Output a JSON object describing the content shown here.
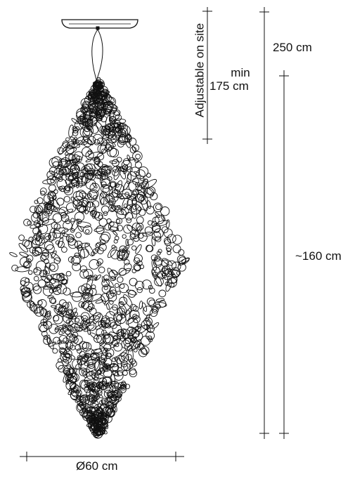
{
  "labels": {
    "adjustable": "Adjustable on site",
    "min_word": "min",
    "min_value": "175 cm",
    "total_height": "250 cm",
    "body_height": "~160 cm",
    "diameter": "Ø60 cm"
  },
  "colors": {
    "line": "#111111",
    "background": "#ffffff"
  },
  "icons": {
    "pendant": "pendant-lamp-drawing",
    "canopy": "ceiling-canopy",
    "cable": "suspension-cable"
  }
}
